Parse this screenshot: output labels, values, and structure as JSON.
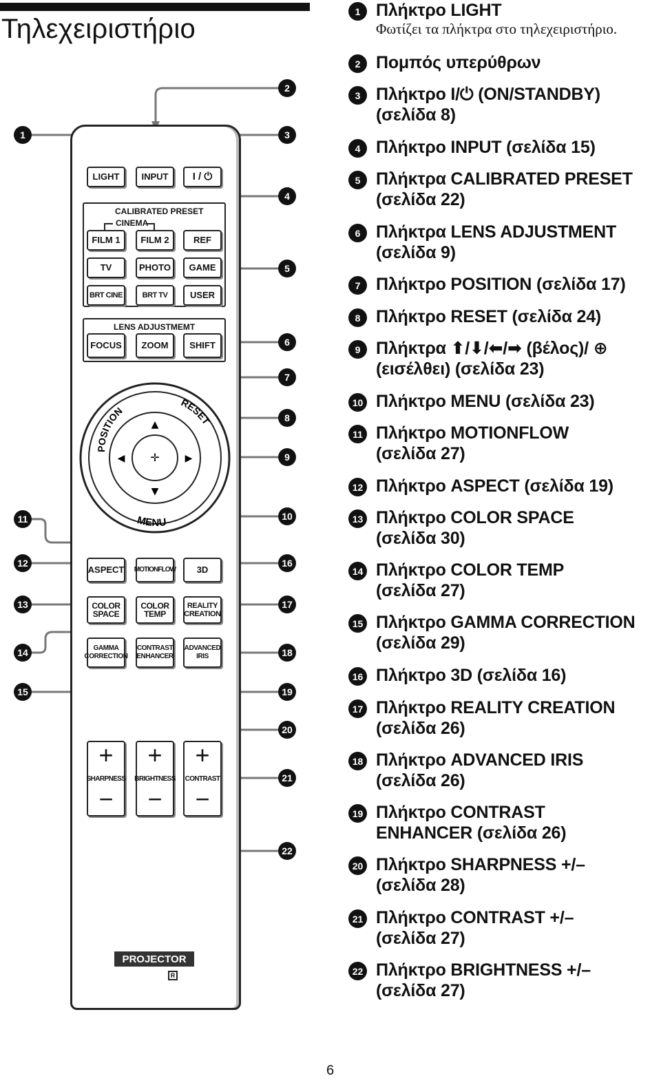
{
  "page": {
    "title": "Τηλεχειριστήριο",
    "page_number": "6"
  },
  "remote": {
    "top_buttons": {
      "light": "LIGHT",
      "input": "INPUT",
      "power": "I / ⏻"
    },
    "calibrated_preset": {
      "label": "CALIBRATED PRESET",
      "cinema_label": "CINEMA",
      "buttons": [
        "FILM 1",
        "FILM 2",
        "REF",
        "TV",
        "PHOTO",
        "GAME",
        "BRT CINE",
        "BRT TV",
        "USER"
      ]
    },
    "lens_adjustment": {
      "label": "LENS ADJUSTMEMT",
      "buttons": [
        "FOCUS",
        "ZOOM",
        "SHIFT"
      ]
    },
    "dpad": {
      "position": "POSITION",
      "reset": "RESET",
      "menu": "MENU"
    },
    "grid_buttons": [
      "ASPECT",
      "MOTIONFLOW",
      "3D",
      "COLOR\nSPACE",
      "COLOR\nTEMP",
      "REALITY\nCREATION",
      "GAMMA\nCORRECTION",
      "CONTRAST\nENHANCER",
      "ADVANCED\nIRIS"
    ],
    "volume": {
      "plus": "+",
      "minus": "−",
      "labels": [
        "SHARPNESS",
        "BRIGHTNESS",
        "CONTRAST"
      ]
    },
    "brand": "PROJECTOR",
    "rmark": "R"
  },
  "callout_numbers": [
    "1",
    "2",
    "3",
    "4",
    "5",
    "6",
    "7",
    "8",
    "9",
    "10",
    "11",
    "12",
    "13",
    "14",
    "15",
    "16",
    "17",
    "18",
    "19",
    "20",
    "21",
    "22"
  ],
  "legend": [
    {
      "num": "1",
      "text": "Πλήκτρο LIGHT",
      "desc": "Φωτίζει τα πλήκτρα στο τηλεχειριστήριο."
    },
    {
      "num": "2",
      "text": "Πομπός υπερύθρων"
    },
    {
      "num": "3",
      "text": "Πλήκτρο I/⏻ (ON/STANDBY)\n(σελίδα 8)"
    },
    {
      "num": "4",
      "text": "Πλήκτρο INPUT (σελίδα 15)"
    },
    {
      "num": "5",
      "text": "Πλήκτρα CALIBRATED PRESET\n(σελίδα 22)"
    },
    {
      "num": "6",
      "text": "Πλήκτρα LENS ADJUSTMENT\n(σελίδα 9)"
    },
    {
      "num": "7",
      "text": "Πλήκτρο POSITION (σελίδα 17)"
    },
    {
      "num": "8",
      "text": "Πλήκτρο RESET (σελίδα 24)"
    },
    {
      "num": "9",
      "text": "Πλήκτρα ⬆/⬇/⬅/➡ (βέλος)/ ⊕\n(εισέλθει) (σελίδα 23)"
    },
    {
      "num": "10",
      "text": "Πλήκτρο MENU (σελίδα 23)"
    },
    {
      "num": "11",
      "text": "Πλήκτρο MOTIONFLOW\n(σελίδα 27)"
    },
    {
      "num": "12",
      "text": "Πλήκτρο ASPECT (σελίδα 19)"
    },
    {
      "num": "13",
      "text": "Πλήκτρο COLOR SPACE\n(σελίδα 30)"
    },
    {
      "num": "14",
      "text": "Πλήκτρο COLOR TEMP\n(σελίδα 27)"
    },
    {
      "num": "15",
      "text": "Πλήκτρο GAMMA CORRECTION\n(σελίδα 29)"
    },
    {
      "num": "16",
      "text": "Πλήκτρο 3D (σελίδα 16)"
    },
    {
      "num": "17",
      "text": "Πλήκτρο REALITY CREATION\n(σελίδα 26)"
    },
    {
      "num": "18",
      "text": "Πλήκτρο ADVANCED IRIS\n(σελίδα 26)"
    },
    {
      "num": "19",
      "text": "Πλήκτρο CONTRAST\nENHANCER (σελίδα 26)"
    },
    {
      "num": "20",
      "text": "Πλήκτρο SHARPNESS +/–\n(σελίδα 28)"
    },
    {
      "num": "21",
      "text": "Πλήκτρο CONTRAST +/–\n(σελίδα 27)"
    },
    {
      "num": "22",
      "text": "Πλήκτρο BRIGHTNESS +/–\n(σελίδα 27)"
    }
  ]
}
